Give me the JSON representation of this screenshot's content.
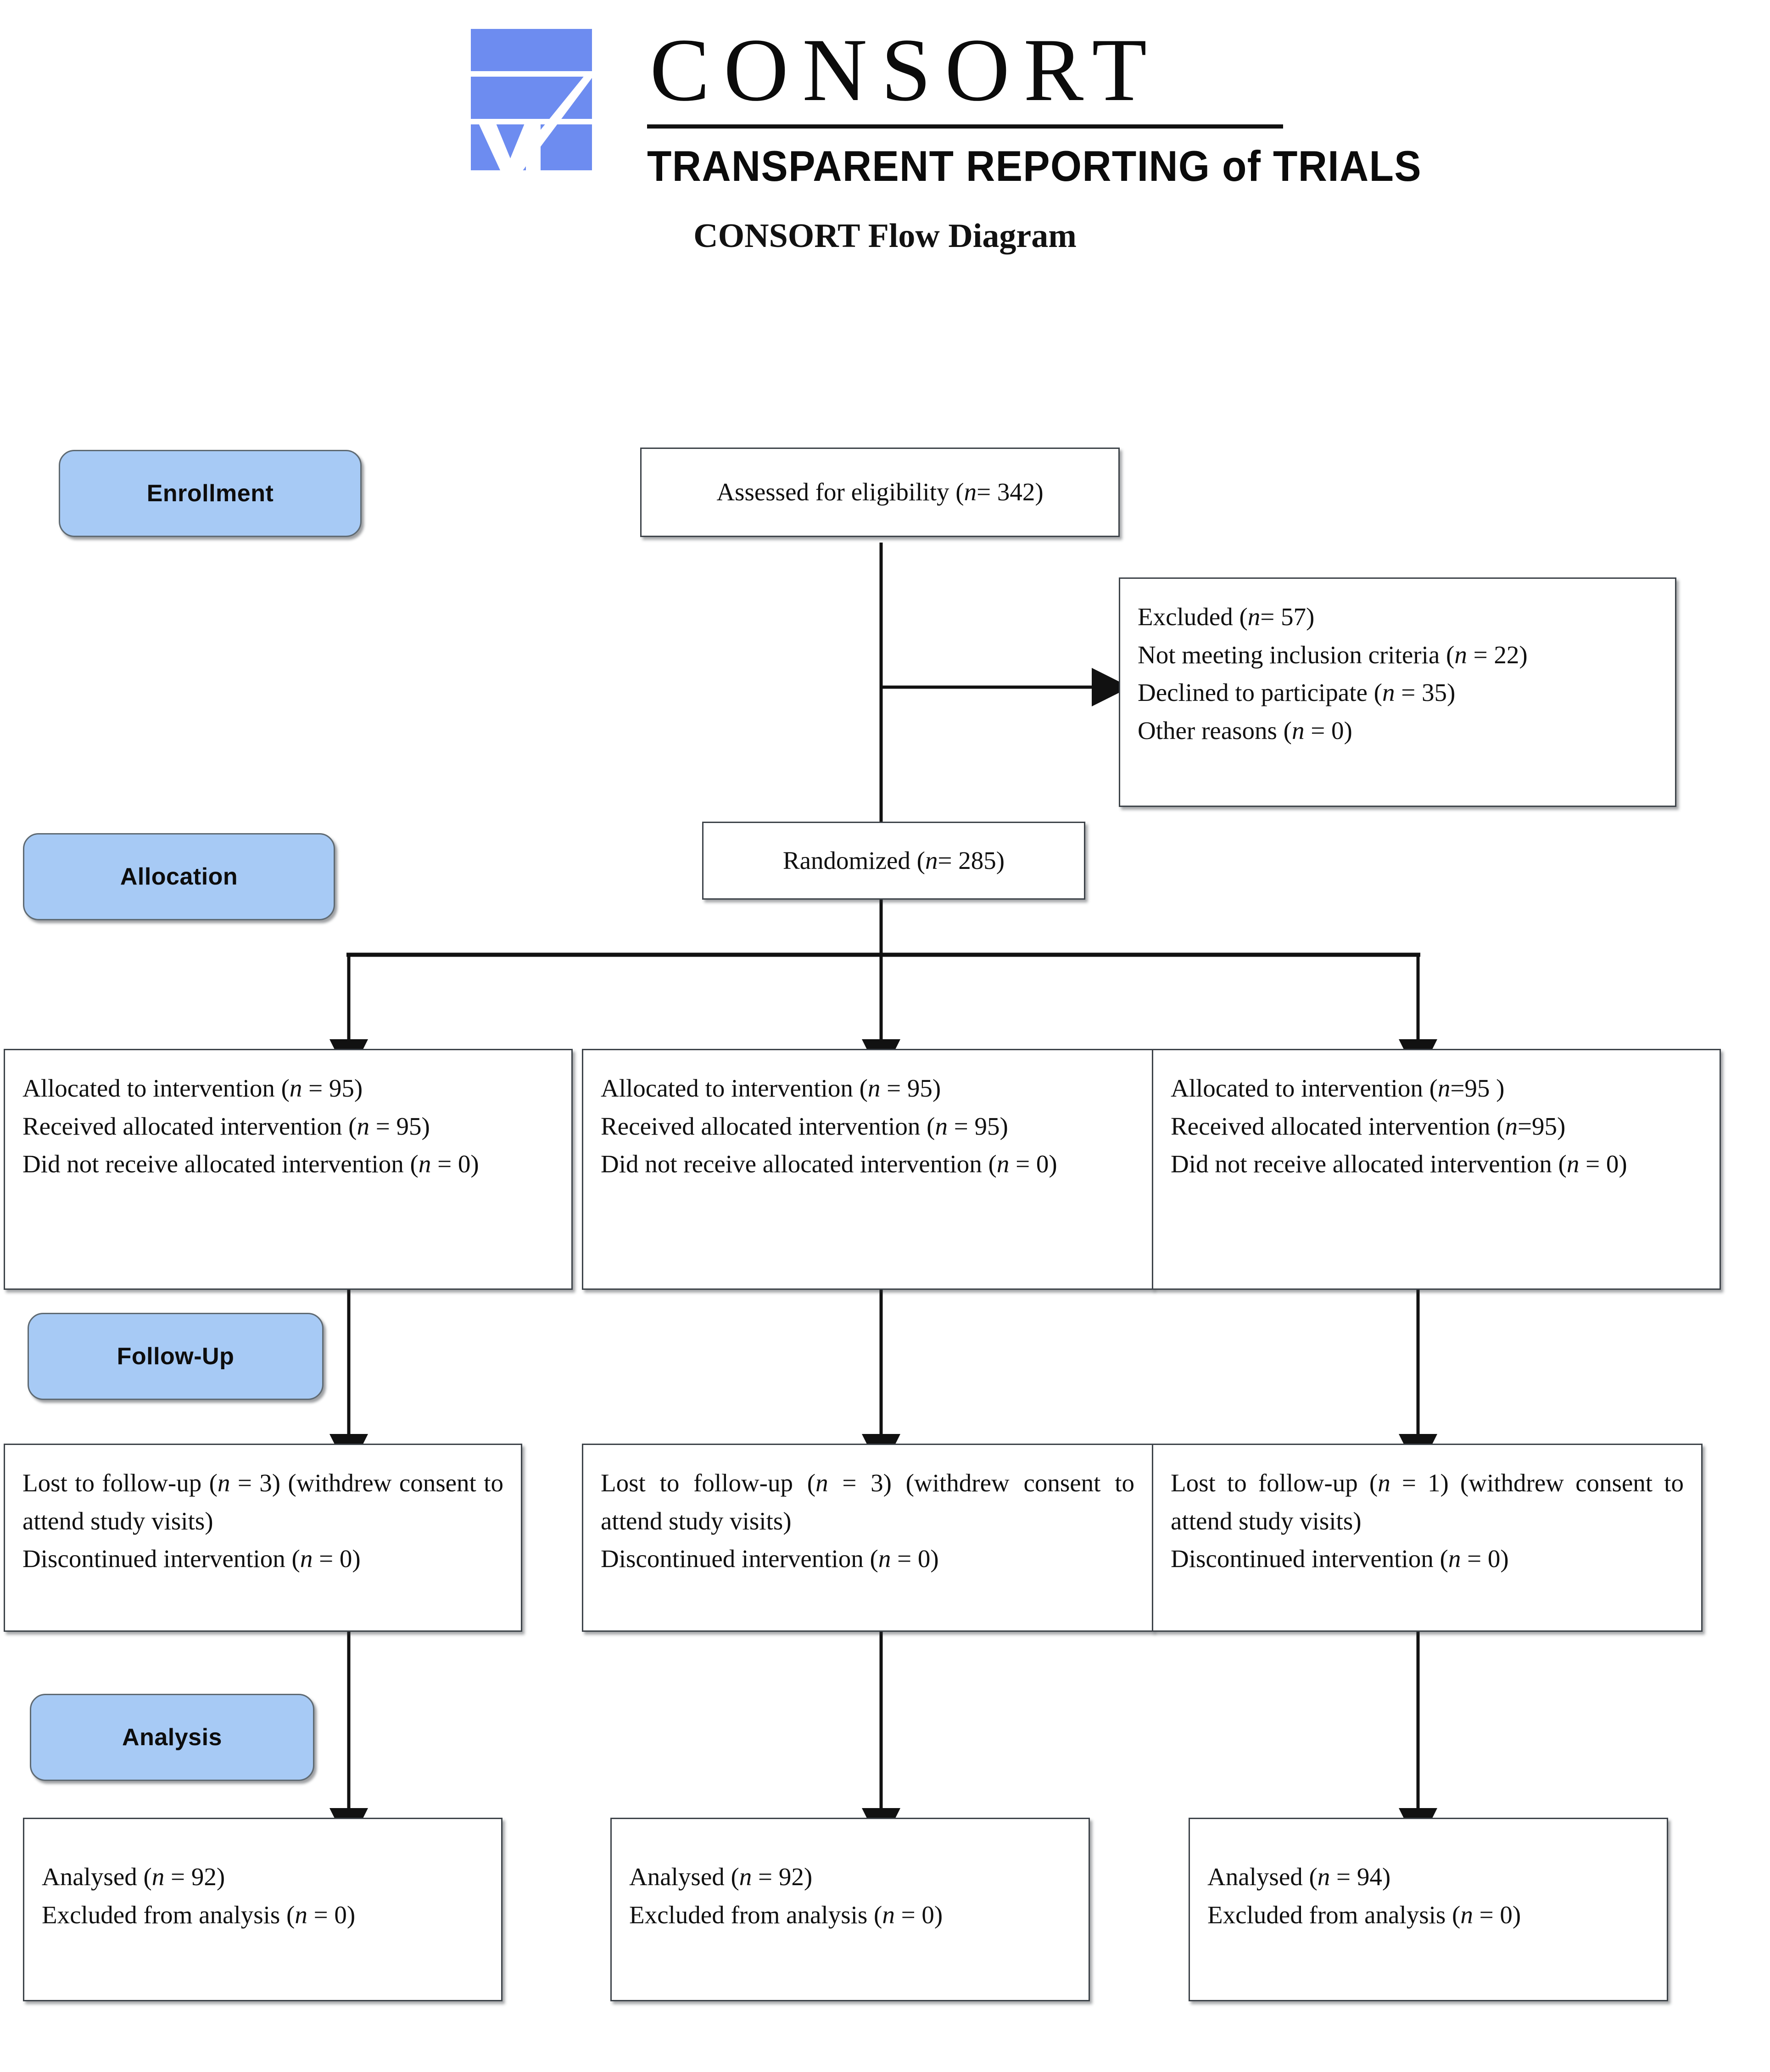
{
  "header": {
    "logo_word": "CONSORT",
    "logo_tagline": "TRANSPARENT REPORTING of TRIALS",
    "logo_color": "#6D8CF0",
    "title": "CONSORT Flow Diagram"
  },
  "theme": {
    "badge_fill": "#A7CAF5",
    "badge_border": "#5F6A72",
    "box_border": "#3D4349",
    "text_color": "#101010"
  },
  "stages": [
    {
      "key": "enrollment",
      "label": "Enrollment"
    },
    {
      "key": "allocation",
      "label": "Allocation"
    },
    {
      "key": "followup",
      "label": "Follow-Up"
    },
    {
      "key": "analysis",
      "label": "Analysis"
    }
  ],
  "enrollment": {
    "assessed": {
      "text": "Assessed for eligibility (n= 342)",
      "label": "Assessed for eligibility",
      "n": 342
    },
    "excluded": {
      "lines": [
        "Excluded (n= 57)",
        "Not meeting inclusion criteria (n = 22)",
        "Declined to participate (n = 35)",
        "Other reasons (n = 0)"
      ],
      "total_excluded": 57,
      "not_meeting_inclusion_criteria": 22,
      "declined_to_participate": 35,
      "other_reasons": 0
    },
    "randomized": {
      "text": "Randomized (n= 285)",
      "label": "Randomized",
      "n": 285
    }
  },
  "allocation": [
    {
      "arm": "arm-1",
      "lines": [
        "Allocated to intervention (n = 95)",
        "Received allocated intervention (n = 95)",
        "Did not receive allocated intervention (n = 0)"
      ],
      "allocated": 95,
      "received": 95,
      "did_not_receive": 0
    },
    {
      "arm": "arm-2",
      "lines": [
        "Allocated to intervention (n = 95)",
        "Received allocated intervention (n = 95)",
        "Did not receive allocated intervention (n = 0)"
      ],
      "allocated": 95,
      "received": 95,
      "did_not_receive": 0
    },
    {
      "arm": "arm-3",
      "lines": [
        "Allocated to intervention (n=95 )",
        "Received allocated intervention (n=95)",
        "Did not receive allocated intervention (n = 0)"
      ],
      "allocated": 95,
      "received": 95,
      "did_not_receive": 0
    }
  ],
  "followup": [
    {
      "arm": "arm-1",
      "line1": "Lost to follow-up (n = 3) (withdrew consent to attend study visits)",
      "line2": "Discontinued intervention (n = 0)",
      "lost": 3,
      "discontinued": 0
    },
    {
      "arm": "arm-2",
      "line1": "Lost to follow-up (n = 3) (withdrew consent to attend study visits)",
      "line2": "Discontinued intervention (n = 0)",
      "lost": 3,
      "discontinued": 0
    },
    {
      "arm": "arm-3",
      "line1": "Lost to follow-up (n = 1) (withdrew consent to attend study visits)",
      "line2": "Discontinued intervention (n = 0)",
      "lost": 1,
      "discontinued": 0
    }
  ],
  "analysis": [
    {
      "arm": "arm-1",
      "lines": [
        "Analysed (n = 92)",
        "Excluded from analysis (n = 0)"
      ],
      "analysed": 92,
      "excluded": 0
    },
    {
      "arm": "arm-2",
      "lines": [
        "Analysed (n = 92)",
        "Excluded from analysis (n = 0)"
      ],
      "analysed": 92,
      "excluded": 0
    },
    {
      "arm": "arm-3",
      "lines": [
        "Analysed (n = 94)",
        "Excluded from analysis (n = 0)"
      ],
      "analysed": 94,
      "excluded": 0
    }
  ]
}
